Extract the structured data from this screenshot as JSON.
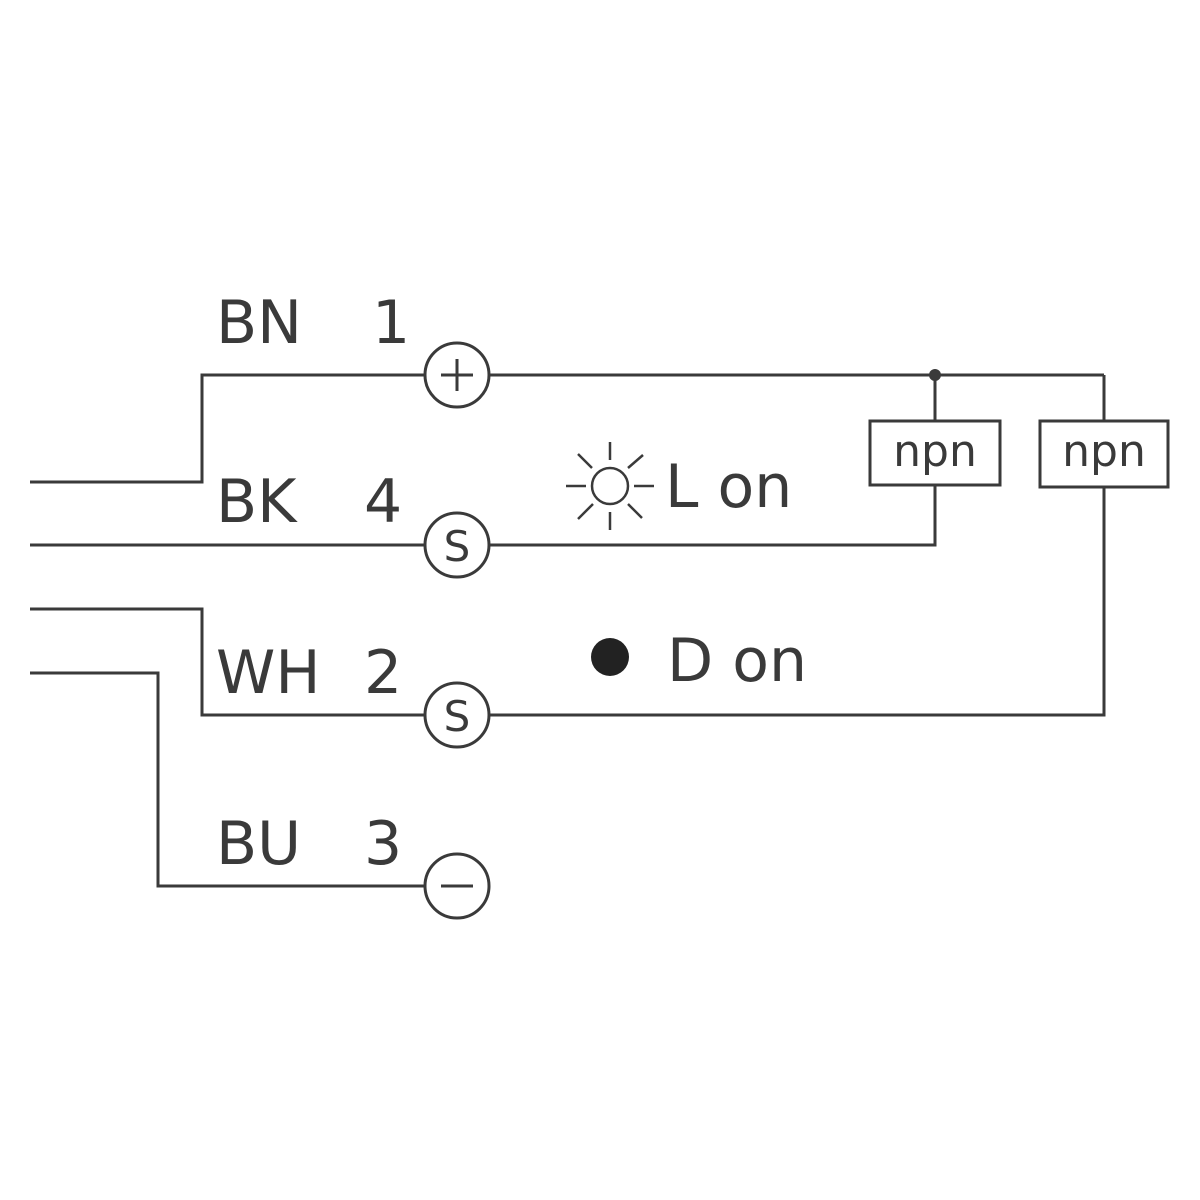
{
  "wires": [
    {
      "color": "BN",
      "pin": "1",
      "terminal": "+"
    },
    {
      "color": "BK",
      "pin": "4",
      "terminal": "S"
    },
    {
      "color": "WH",
      "pin": "2",
      "terminal": "S"
    },
    {
      "color": "BU",
      "pin": "3",
      "terminal": "−"
    }
  ],
  "outputs": [
    {
      "label": "npn"
    },
    {
      "label": "npn"
    }
  ],
  "modes": {
    "light_on": "L on",
    "dark_on": "D on"
  },
  "line_color": "#3a3a3a"
}
